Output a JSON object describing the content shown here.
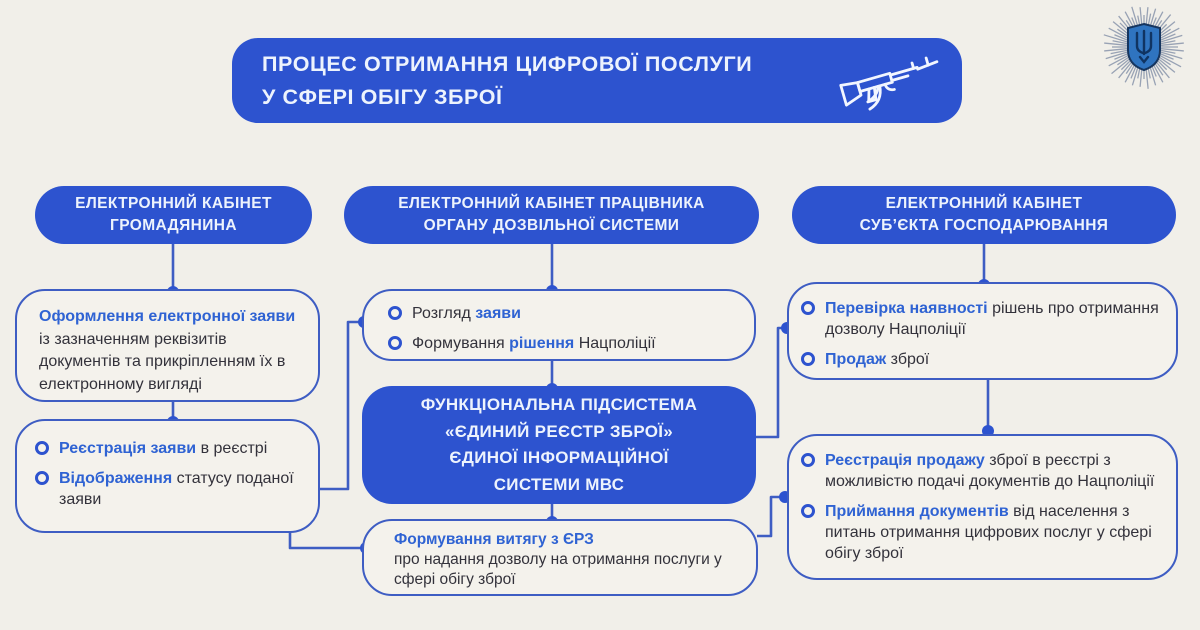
{
  "colors": {
    "bg": "#f1efe9",
    "box_bg": "#f4f2ec",
    "primary_blue": "#2d53cf",
    "line_blue": "#3e5dc3",
    "highlight_blue": "#2f63d3",
    "text_dark": "#33323b",
    "text_light": "#edf3fd",
    "emblem_ray": "#98a2b4",
    "emblem_shield": "#2f74c0",
    "emblem_trident": "#103462"
  },
  "title": {
    "lines": [
      "ПРОЦЕС ОТРИМАННЯ ЦИФРОВОЇ ПОСЛУГИ",
      "У СФЕРІ ОБІГУ ЗБРОЇ"
    ],
    "icon": "ak47-rifle-icon"
  },
  "emblem_icon": "mvs-ukraine-starburst-trident-emblem",
  "headers": [
    {
      "id": "citizen",
      "lines": [
        "ЕЛЕКТРОННИЙ КАБІНЕТ",
        "ГРОМАДЯНИНА"
      ]
    },
    {
      "id": "worker",
      "lines": [
        "ЕЛЕКТРОННИЙ КАБІНЕТ ПРАЦІВНИКА",
        "ОРГАНУ ДОЗВІЛЬНОЇ СИСТЕМИ"
      ]
    },
    {
      "id": "business",
      "lines": [
        "ЕЛЕКТРОННИЙ КАБІНЕТ",
        "СУБ’ЄКТА ГОСПОДАРЮВАННЯ"
      ]
    }
  ],
  "boxes": {
    "citizen_step1": {
      "style": "paragraph",
      "segments": [
        {
          "text": "Оформлення електронної заяви",
          "highlight": true,
          "block": true
        },
        {
          "text": "із зазначенням реквізитів документів та прикріпленням їх в електронному вигляді",
          "highlight": false
        }
      ]
    },
    "citizen_step2": {
      "style": "bullets",
      "items": [
        [
          {
            "text": "Реєстрація заяви",
            "highlight": true
          },
          {
            "text": " в реєстрі",
            "highlight": false
          }
        ],
        [
          {
            "text": "Відображення",
            "highlight": true
          },
          {
            "text": " статусу поданої заяви",
            "highlight": false
          }
        ]
      ]
    },
    "worker_step1": {
      "style": "bullets",
      "items": [
        [
          {
            "text": "Розгляд ",
            "highlight": false
          },
          {
            "text": "заяви",
            "highlight": true
          }
        ],
        [
          {
            "text": "Формування ",
            "highlight": false
          },
          {
            "text": "рішення",
            "highlight": true
          },
          {
            "text": " Нацполіції",
            "highlight": false
          }
        ]
      ]
    },
    "subsystem": {
      "style": "center",
      "lines": [
        "ФУНКЦІОНАЛЬНА ПІДСИСТЕМА",
        "«ЄДИНИЙ РЕЄСТР ЗБРОЇ»",
        "ЄДИНОЇ ІНФОРМАЦІЙНОЇ",
        "СИСТЕМИ МВС"
      ]
    },
    "extract": {
      "style": "paragraph",
      "segments": [
        {
          "text": "Формування витягу з ЄРЗ",
          "highlight": true,
          "block": true
        },
        {
          "text": "про надання дозволу на отримання послуги у сфері обігу зброї",
          "highlight": false
        }
      ]
    },
    "business_step1": {
      "style": "bullets",
      "items": [
        [
          {
            "text": "Перевірка наявності",
            "highlight": true
          },
          {
            "text": " рішень про отримання дозволу Нацполіції",
            "highlight": false
          }
        ],
        [
          {
            "text": "Продаж",
            "highlight": true
          },
          {
            "text": " зброї",
            "highlight": false
          }
        ]
      ]
    },
    "business_step2": {
      "style": "bullets",
      "items": [
        [
          {
            "text": "Реєстрація продажу",
            "highlight": true
          },
          {
            "text": " зброї в реєстрі з можливістю подачі документів до Нацполіції",
            "highlight": false
          }
        ],
        [
          {
            "text": "Приймання документів",
            "highlight": true
          },
          {
            "text": " від населення з питань отримання цифрових послуг у сфері обігу зброї",
            "highlight": false
          }
        ]
      ]
    }
  }
}
